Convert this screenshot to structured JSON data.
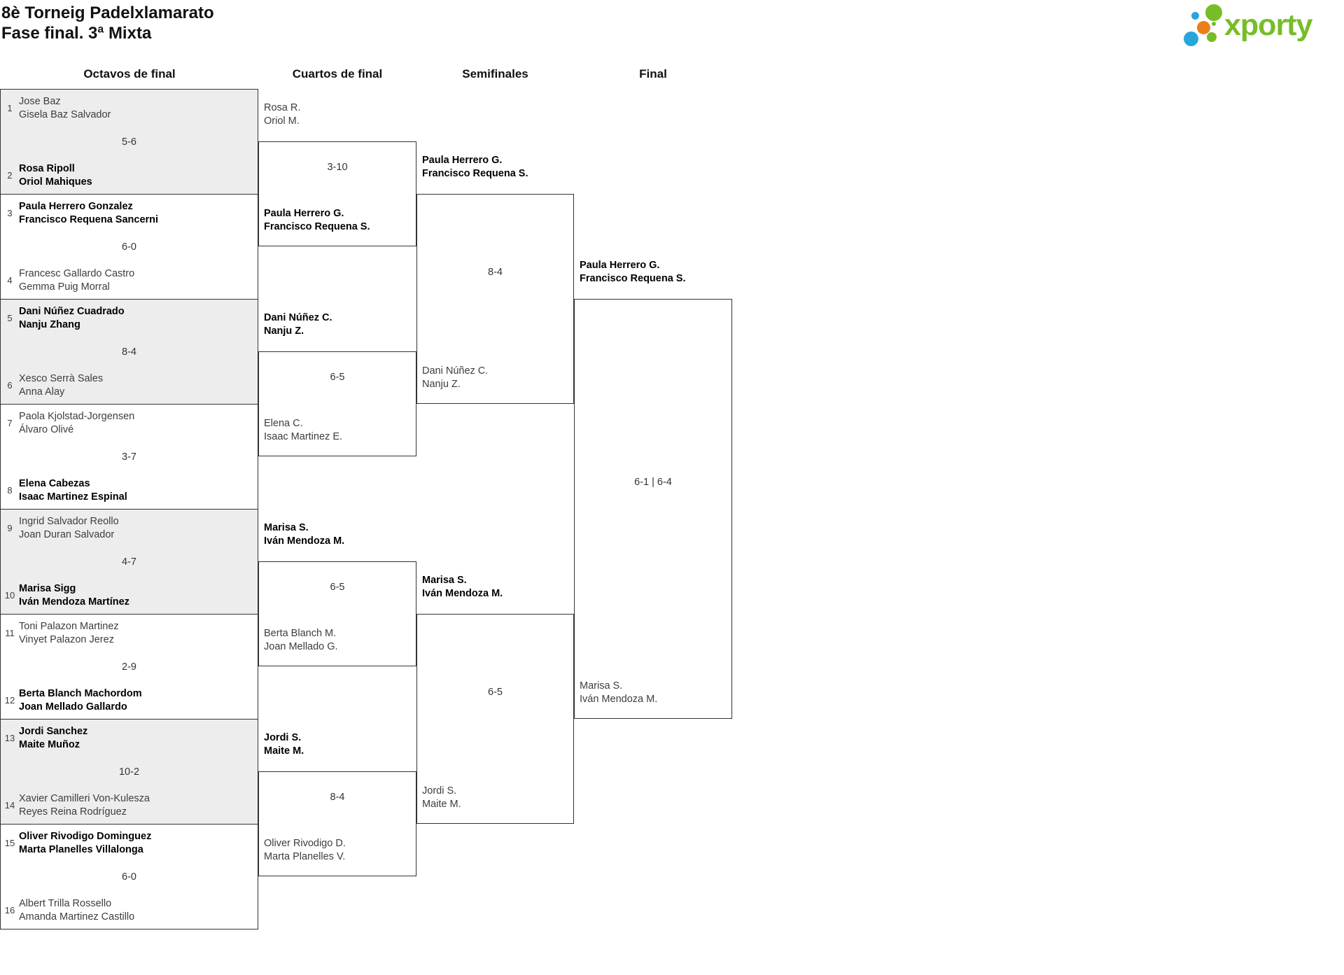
{
  "header": {
    "title_line1": "8è Torneig Padelxlamarato",
    "title_line2": "Fase final. 3ª Mixta",
    "logo_text": "xporty"
  },
  "round_headers": [
    "Octavos de final",
    "Cuartos de final",
    "Semifinales",
    "Final"
  ],
  "colors": {
    "line": "#333333",
    "shaded_box": "#ededed",
    "white_box": "#ffffff",
    "text_regular": "#3d3d3d",
    "text_bold": "#000000",
    "logo_green": "#77bd27",
    "logo_blue": "#2aa4dc",
    "logo_orange": "#ea7f1a"
  },
  "rounds": {
    "round16": [
      {
        "shaded": true,
        "top": {
          "seed": "1",
          "names": [
            "Jose Baz",
            "Gisela Baz Salvador"
          ],
          "bold": false
        },
        "score": "5-6",
        "bottom": {
          "seed": "2",
          "names": [
            "Rosa Ripoll",
            "Oriol Mahiques"
          ],
          "bold": true
        }
      },
      {
        "shaded": false,
        "top": {
          "seed": "3",
          "names": [
            "Paula Herrero Gonzalez",
            "Francisco Requena Sancerni"
          ],
          "bold": true
        },
        "score": "6-0",
        "bottom": {
          "seed": "4",
          "names": [
            "Francesc Gallardo Castro",
            "Gemma Puig Morral"
          ],
          "bold": false
        }
      },
      {
        "shaded": true,
        "top": {
          "seed": "5",
          "names": [
            "Dani Núñez Cuadrado",
            "Nanju Zhang"
          ],
          "bold": true
        },
        "score": "8-4",
        "bottom": {
          "seed": "6",
          "names": [
            "Xesco Serrà Sales",
            "Anna Alay"
          ],
          "bold": false
        }
      },
      {
        "shaded": false,
        "top": {
          "seed": "7",
          "names": [
            "Paola Kjolstad-Jorgensen",
            "Álvaro Olivé"
          ],
          "bold": false
        },
        "score": "3-7",
        "bottom": {
          "seed": "8",
          "names": [
            "Elena Cabezas",
            "Isaac Martinez Espinal"
          ],
          "bold": true
        }
      },
      {
        "shaded": true,
        "top": {
          "seed": "9",
          "names": [
            "Ingrid Salvador Reollo",
            "Joan Duran Salvador"
          ],
          "bold": false
        },
        "score": "4-7",
        "bottom": {
          "seed": "10",
          "names": [
            "Marisa Sigg",
            "Iván Mendoza Martínez"
          ],
          "bold": true
        }
      },
      {
        "shaded": false,
        "top": {
          "seed": "11",
          "names": [
            "Toni Palazon Martinez",
            "Vinyet Palazon Jerez"
          ],
          "bold": false
        },
        "score": "2-9",
        "bottom": {
          "seed": "12",
          "names": [
            "Berta Blanch Machordom",
            "Joan Mellado Gallardo"
          ],
          "bold": true
        }
      },
      {
        "shaded": true,
        "top": {
          "seed": "13",
          "names": [
            "Jordi Sanchez",
            "Maite Muñoz"
          ],
          "bold": true
        },
        "score": "10-2",
        "bottom": {
          "seed": "14",
          "names": [
            "Xavier Camilleri Von-Kulesza",
            "Reyes Reina Rodríguez"
          ],
          "bold": false
        }
      },
      {
        "shaded": false,
        "top": {
          "seed": "15",
          "names": [
            "Oliver Rivodigo Dominguez",
            "Marta Planelles Villalonga"
          ],
          "bold": true
        },
        "score": "6-0",
        "bottom": {
          "seed": "16",
          "names": [
            "Albert Trilla Rossello",
            "Amanda Martinez Castillo"
          ],
          "bold": false
        }
      }
    ],
    "quarterfinals": [
      {
        "top": {
          "names": [
            "Rosa R.",
            "Oriol M."
          ],
          "bold": false
        },
        "score": "3-10",
        "bottom": {
          "names": [
            "Paula Herrero G.",
            "Francisco Requena S."
          ],
          "bold": true
        }
      },
      {
        "top": {
          "names": [
            "Dani Núñez C.",
            "Nanju Z."
          ],
          "bold": true
        },
        "score": "6-5",
        "bottom": {
          "names": [
            "Elena C.",
            "Isaac Martinez E."
          ],
          "bold": false
        }
      },
      {
        "top": {
          "names": [
            "Marisa S.",
            "Iván Mendoza M."
          ],
          "bold": true
        },
        "score": "6-5",
        "bottom": {
          "names": [
            "Berta Blanch M.",
            "Joan Mellado G."
          ],
          "bold": false
        }
      },
      {
        "top": {
          "names": [
            "Jordi S.",
            "Maite M."
          ],
          "bold": true
        },
        "score": "8-4",
        "bottom": {
          "names": [
            "Oliver Rivodigo D.",
            "Marta Planelles V."
          ],
          "bold": false
        }
      }
    ],
    "semifinals": [
      {
        "top": {
          "names": [
            "Paula Herrero G.",
            "Francisco Requena S."
          ],
          "bold": true
        },
        "score": "8-4",
        "bottom": {
          "names": [
            "Dani Núñez C.",
            "Nanju Z."
          ],
          "bold": false
        }
      },
      {
        "top": {
          "names": [
            "Marisa S.",
            "Iván Mendoza M."
          ],
          "bold": true
        },
        "score": "6-5",
        "bottom": {
          "names": [
            "Jordi S.",
            "Maite M."
          ],
          "bold": false
        }
      }
    ],
    "final": [
      {
        "top": {
          "names": [
            "Paula Herrero G.",
            "Francisco Requena S."
          ],
          "bold": true
        },
        "score": "6-1 | 6-4",
        "bottom": {
          "names": [
            "Marisa S.",
            "Iván Mendoza M."
          ],
          "bold": false
        }
      }
    ]
  }
}
